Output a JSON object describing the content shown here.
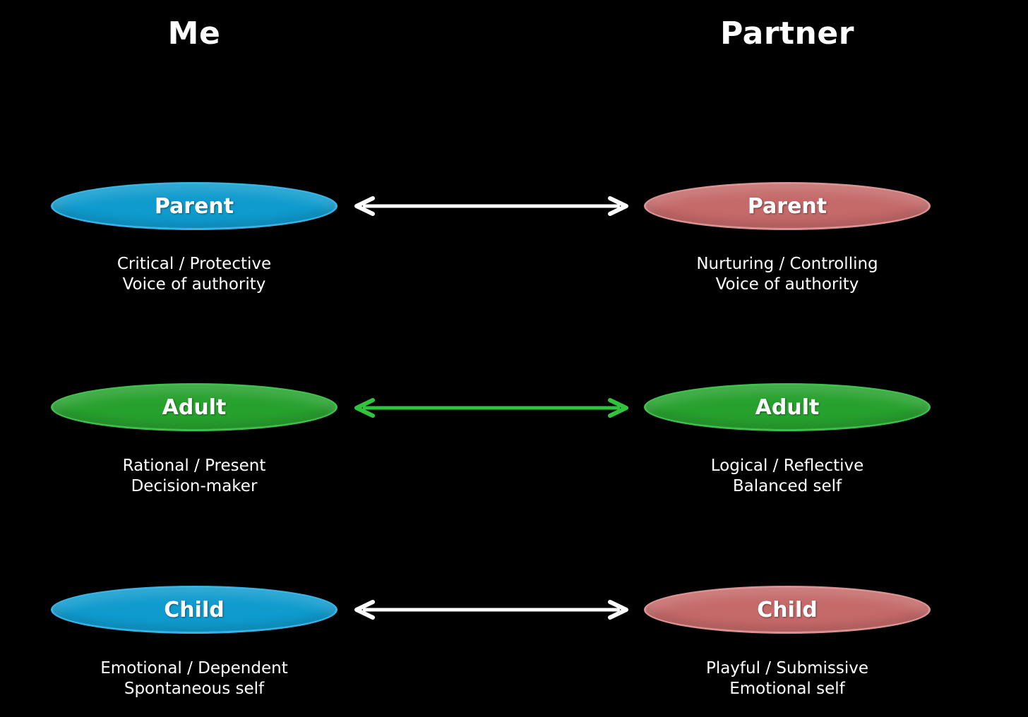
{
  "palette": {
    "background": "#000000",
    "text": "#FFFFFF",
    "blue_fill": "#0F9BCE",
    "blue_border": "#38B4E4",
    "green_fill": "#27A12E",
    "green_border": "#3FC04C",
    "rose_fill": "#C56969",
    "rose_border": "#DB9292",
    "arrow_white": "#FFFFFF",
    "arrow_green": "#32C33E"
  },
  "columns": [
    {
      "header": "Me",
      "rows": [
        {
          "label": "Parent",
          "scheme": "blue",
          "desc": [
            "Critical / Protective",
            "Voice of authority"
          ]
        },
        {
          "label": "Adult",
          "scheme": "green",
          "desc": [
            "Rational / Present",
            "Decision-maker"
          ]
        },
        {
          "label": "Child",
          "scheme": "blue",
          "desc": [
            "Emotional / Dependent",
            "Spontaneous self"
          ]
        }
      ]
    },
    {
      "header": "Partner",
      "rows": [
        {
          "label": "Parent",
          "scheme": "rose",
          "desc": [
            "Nurturing / Controlling",
            "Voice of authority"
          ]
        },
        {
          "label": "Adult",
          "scheme": "green",
          "desc": [
            "Logical / Reflective",
            "Balanced self"
          ]
        },
        {
          "label": "Child",
          "scheme": "rose",
          "desc": [
            "Playful / Submissive",
            "Emotional self"
          ]
        }
      ]
    }
  ],
  "arrows": [
    {
      "row": "parent",
      "direction": "bidirectional",
      "color_key": "arrow_white"
    },
    {
      "row": "adult",
      "direction": "bidirectional",
      "color_key": "arrow_green"
    },
    {
      "row": "child",
      "direction": "bidirectional",
      "color_key": "arrow_white"
    }
  ]
}
